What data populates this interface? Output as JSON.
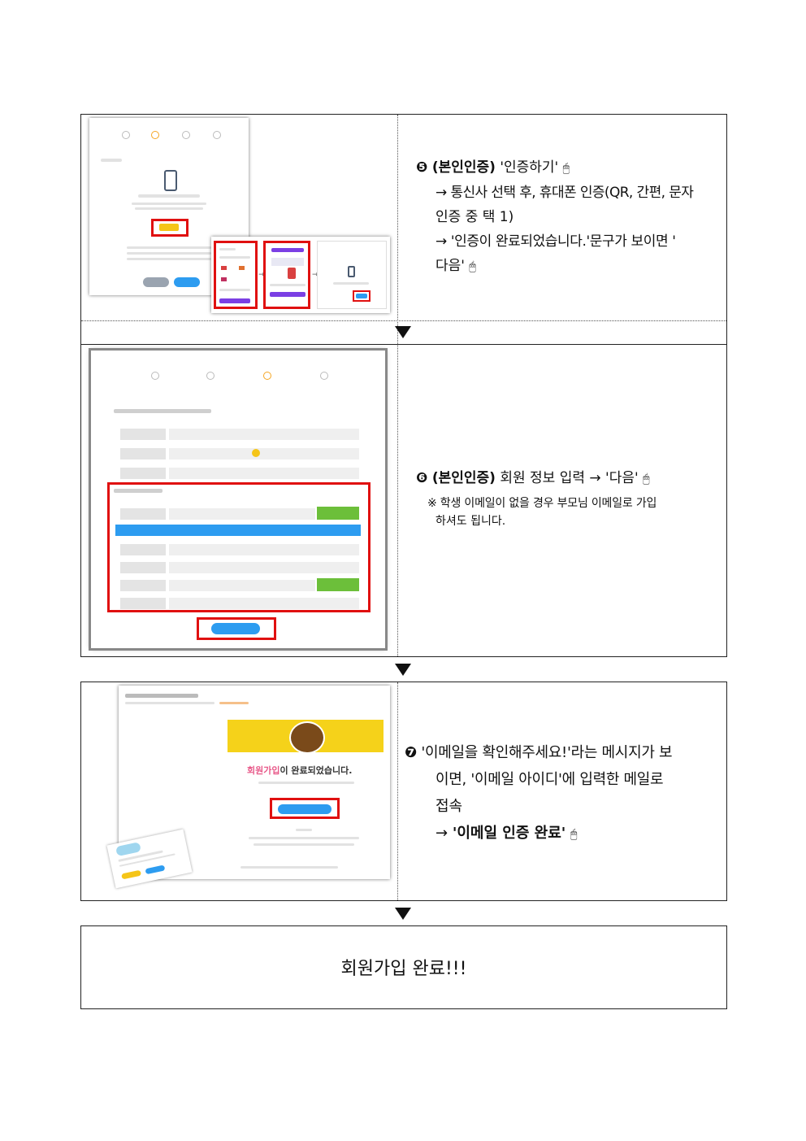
{
  "step5": {
    "number": "❺",
    "tag": "(본인인증)",
    "title": "'인증하기'",
    "line1_prefix": "→ 통신사 선택 후, 휴대폰 인증(QR, 간편, 문자",
    "line1_cont": "인증 중 택 1)",
    "line2_prefix": "→ '인증이 완료되었습니다.'문구가 보이면 '",
    "line2_cont": "다음'",
    "mouse_icon": "mouse-icon"
  },
  "step6": {
    "number": "❻",
    "tag": "(본인인증)",
    "title": "회원 정보 입력 → '다음'",
    "note_line1": "※ 학생 이메일이 없을 경우 부모님 이메일로 가입",
    "note_line2": "하셔도 됩니다."
  },
  "step7": {
    "number": "❼",
    "line1": "'이메일을 확인해주세요!'라는 메시지가 보",
    "line2": "이면, '이메일 아이디'에 입력한 메일로",
    "line3": "접속",
    "line4_arrow": "→",
    "line4_bold": "'이메일 인증 완료'"
  },
  "final": {
    "text": "회원가입 완료!!!"
  },
  "shot3": {
    "headline_prefix": "회원가입",
    "headline_suffix": "이 완료되었습니다."
  },
  "colors": {
    "highlight_red": "#e01010",
    "accent_yellow": "#f5c518",
    "accent_blue": "#2d9cf0",
    "accent_green": "#6cbf3a"
  }
}
